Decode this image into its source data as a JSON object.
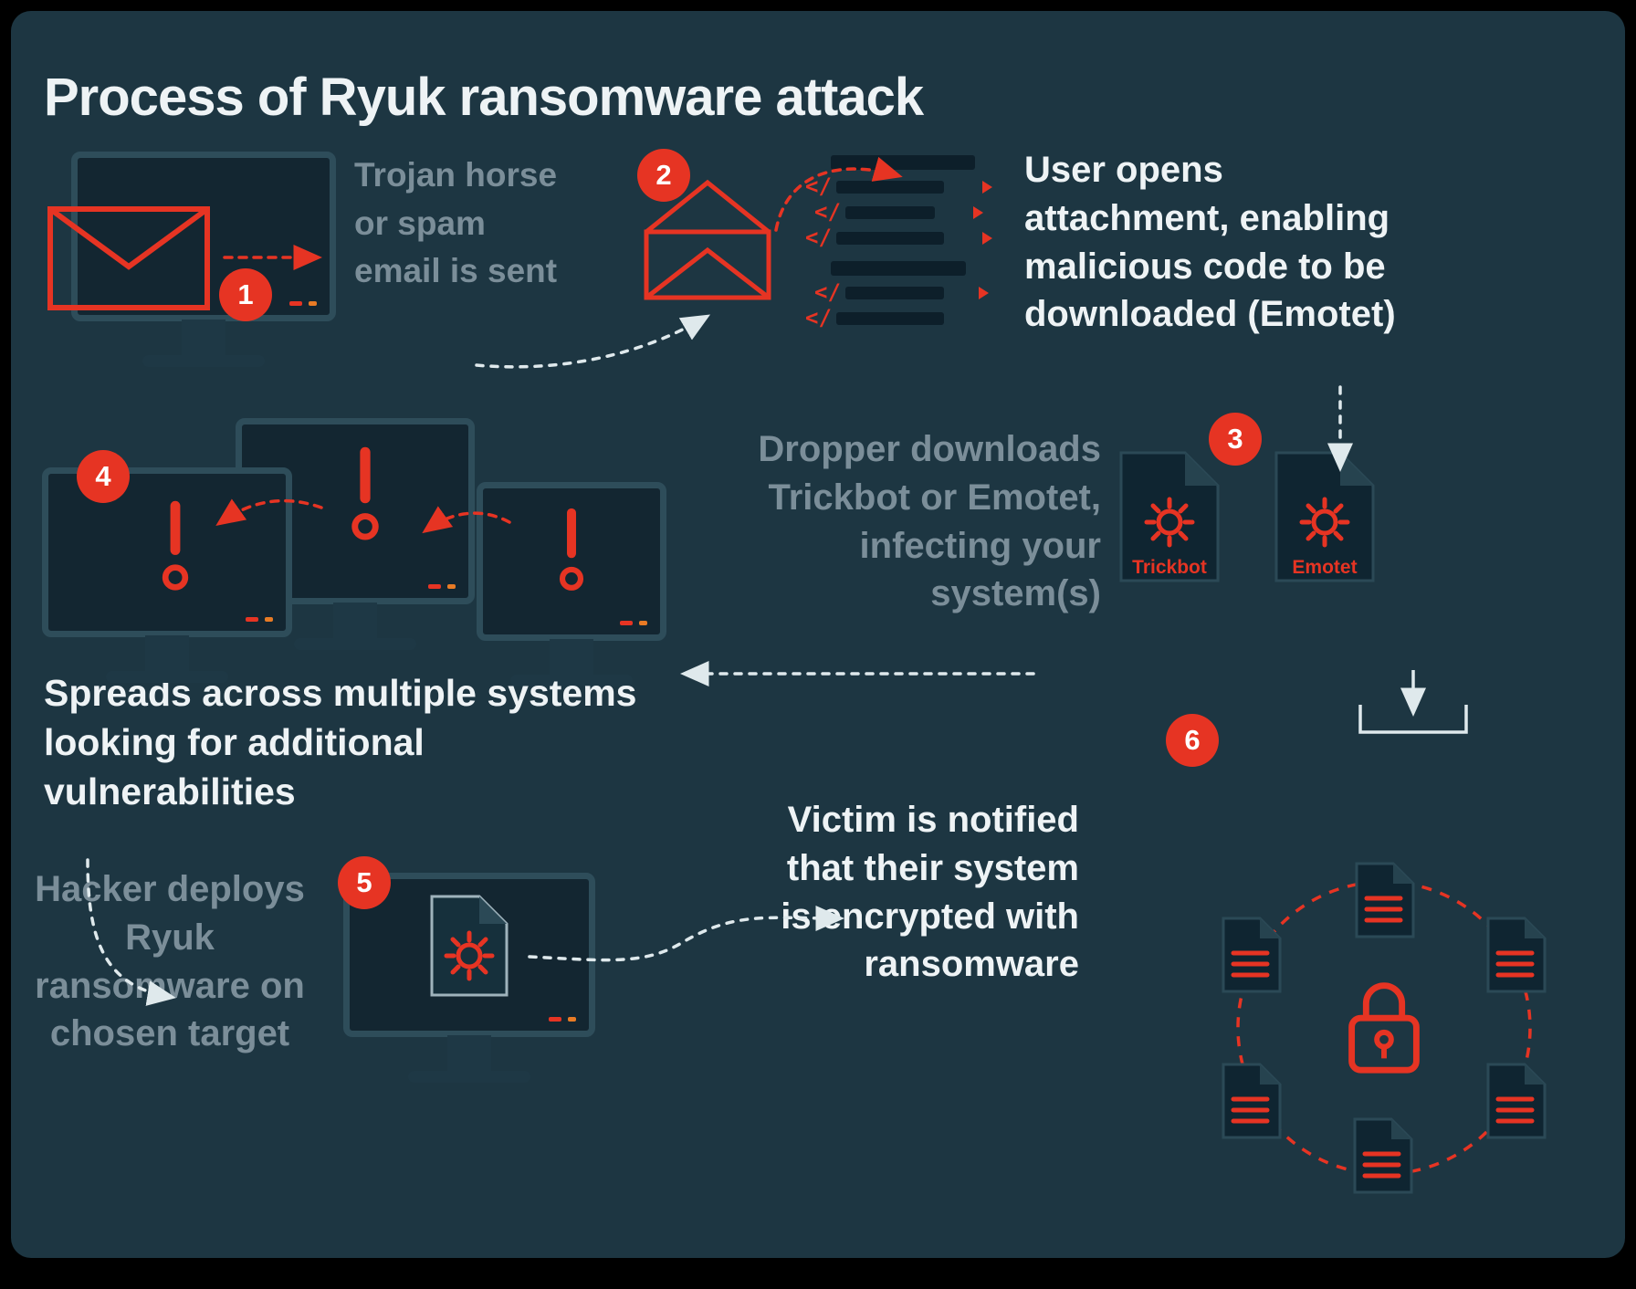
{
  "title": "Process of Ryuk ransomware attack",
  "colors": {
    "background": "#1d3642",
    "accent_red": "#e63423",
    "text_primary": "#eef3f5",
    "text_muted": "#7b8e99"
  },
  "steps": [
    {
      "number": "1",
      "text": "Trojan horse or spam email is sent"
    },
    {
      "number": "2",
      "text": "User opens attachment, enabling malicious code to be downloaded (Emotet)"
    },
    {
      "number": "3",
      "text": "Dropper downloads Trickbot or Emotet, infecting your system(s)",
      "files": [
        "Trickbot",
        "Emotet"
      ]
    },
    {
      "number": "4",
      "text": "Spreads across multiple systems looking for additional vulnerabilities"
    },
    {
      "number": "5",
      "text": "Hacker deploys Ryuk ransomware on chosen target"
    },
    {
      "number": "6",
      "text": "Victim is notified that their system is encrypted with ransomware"
    }
  ]
}
